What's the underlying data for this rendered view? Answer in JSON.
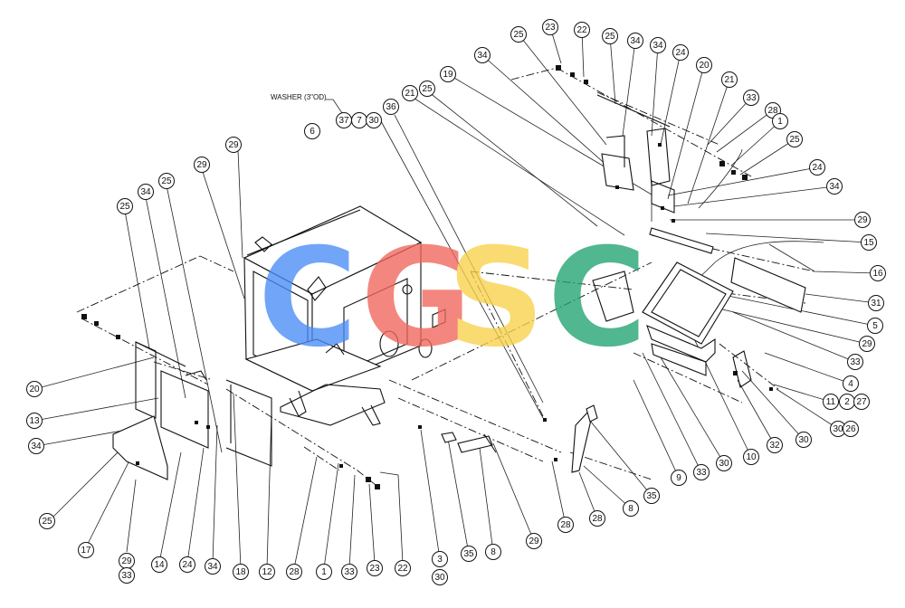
{
  "note": {
    "text": "WASHER (3\"OD)"
  },
  "watermark": {
    "letters": [
      {
        "char": "C",
        "color": "#4a8df5"
      },
      {
        "char": "G",
        "color": "#f0665c"
      },
      {
        "char": "S",
        "color": "#f8d14a"
      },
      {
        "char": "C",
        "color": "#1fa371"
      }
    ],
    "opacity": 0.78
  },
  "callouts": [
    "23",
    "22",
    "25",
    "34",
    "34",
    "24",
    "20",
    "21",
    "33",
    "28",
    "1",
    "25",
    "24",
    "34",
    "29",
    "15",
    "16",
    "31",
    "5",
    "29",
    "33",
    "4",
    "11",
    "2",
    "27",
    "30",
    "26",
    "30",
    "32",
    "10",
    "30",
    "33",
    "9",
    "35",
    "8",
    "28",
    "28",
    "29",
    "35",
    "8",
    "3",
    "30",
    "22",
    "23",
    "33",
    "1",
    "28",
    "12",
    "18",
    "34",
    "24",
    "14",
    "29",
    "33",
    "17",
    "25",
    "34",
    "13",
    "20",
    "25",
    "34",
    "25",
    "29",
    "29",
    "6",
    "37",
    "7",
    "30",
    "36",
    "21",
    "25",
    "19",
    "34",
    "25"
  ]
}
